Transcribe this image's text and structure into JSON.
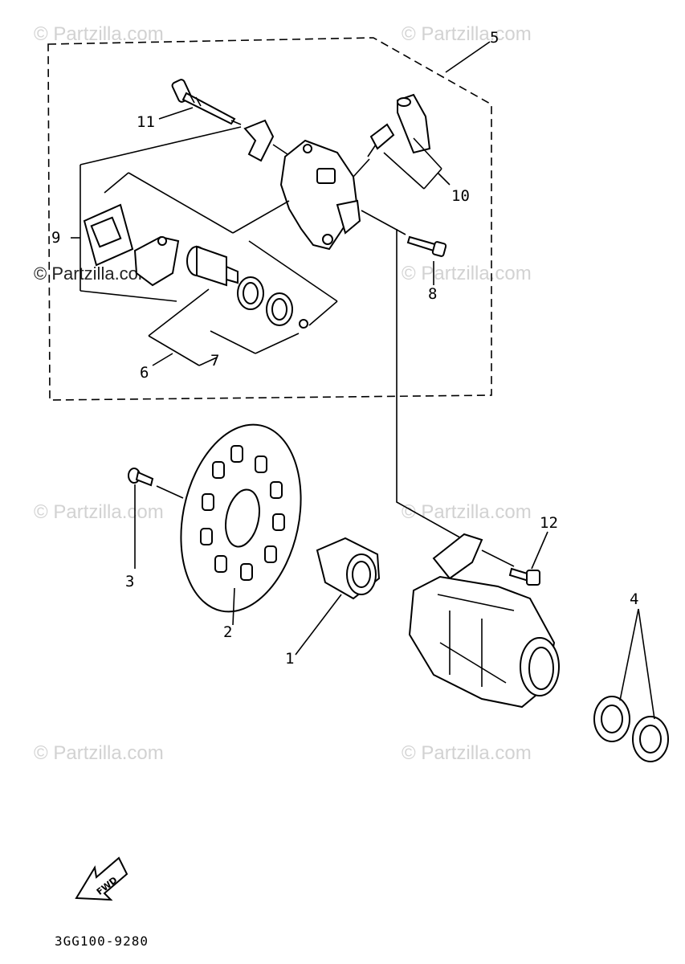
{
  "watermark": "© Partzilla.com",
  "labels": {
    "p1": "1",
    "p2": "2",
    "p3": "3",
    "p4": "4",
    "p5": "5",
    "p6": "6",
    "p7": "7",
    "p8": "8",
    "p9": "9",
    "p10": "10",
    "p11": "11",
    "p12": "12"
  },
  "direction_tag": "FWD",
  "diagram_code": "3GG100-9280"
}
